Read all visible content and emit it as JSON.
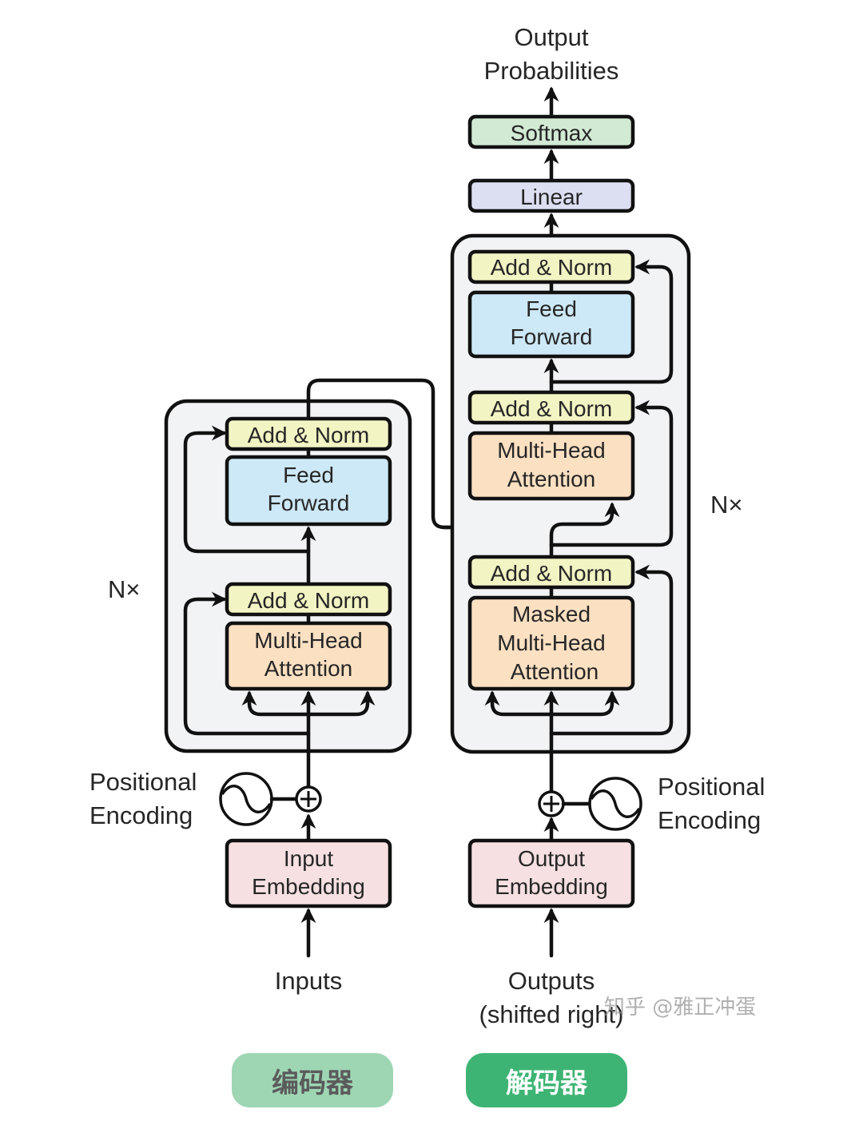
{
  "colors": {
    "add_norm": "#f3f4c4",
    "feed_forward": "#cde8f6",
    "attention": "#fbe0c2",
    "embedding": "#f6e0e1",
    "linear": "#dcdff1",
    "softmax": "#d2e9d4",
    "block_bg": "#f2f3f5",
    "encoder_badge": "#9ed6b4",
    "decoder_badge": "#3eb474"
  },
  "output": {
    "line1": "Output",
    "line2": "Probabilities"
  },
  "decoder_head": {
    "softmax": "Softmax",
    "linear": "Linear"
  },
  "encoder": {
    "add_norm_top": "Add & Norm",
    "feed_forward": [
      "Feed",
      "Forward"
    ],
    "add_norm_bottom": "Add & Norm",
    "attention": [
      "Multi-Head",
      "Attention"
    ],
    "nx": "N×",
    "positional_encoding": [
      "Positional",
      "Encoding"
    ],
    "embedding": [
      "Input",
      "Embedding"
    ],
    "inputs": "Inputs"
  },
  "decoder": {
    "add_norm_top": "Add & Norm",
    "feed_forward": [
      "Feed",
      "Forward"
    ],
    "add_norm_mid": "Add & Norm",
    "cross_attention": [
      "Multi-Head",
      "Attention"
    ],
    "add_norm_bottom": "Add & Norm",
    "masked_attention": [
      "Masked",
      "Multi-Head",
      "Attention"
    ],
    "nx": "N×",
    "positional_encoding": [
      "Positional",
      "Encoding"
    ],
    "embedding": [
      "Output",
      "Embedding"
    ],
    "outputs": [
      "Outputs",
      "(shifted right)"
    ]
  },
  "badges": {
    "encoder": "编码器",
    "decoder": "解码器"
  },
  "watermark": "知乎 @雅正冲蛋"
}
